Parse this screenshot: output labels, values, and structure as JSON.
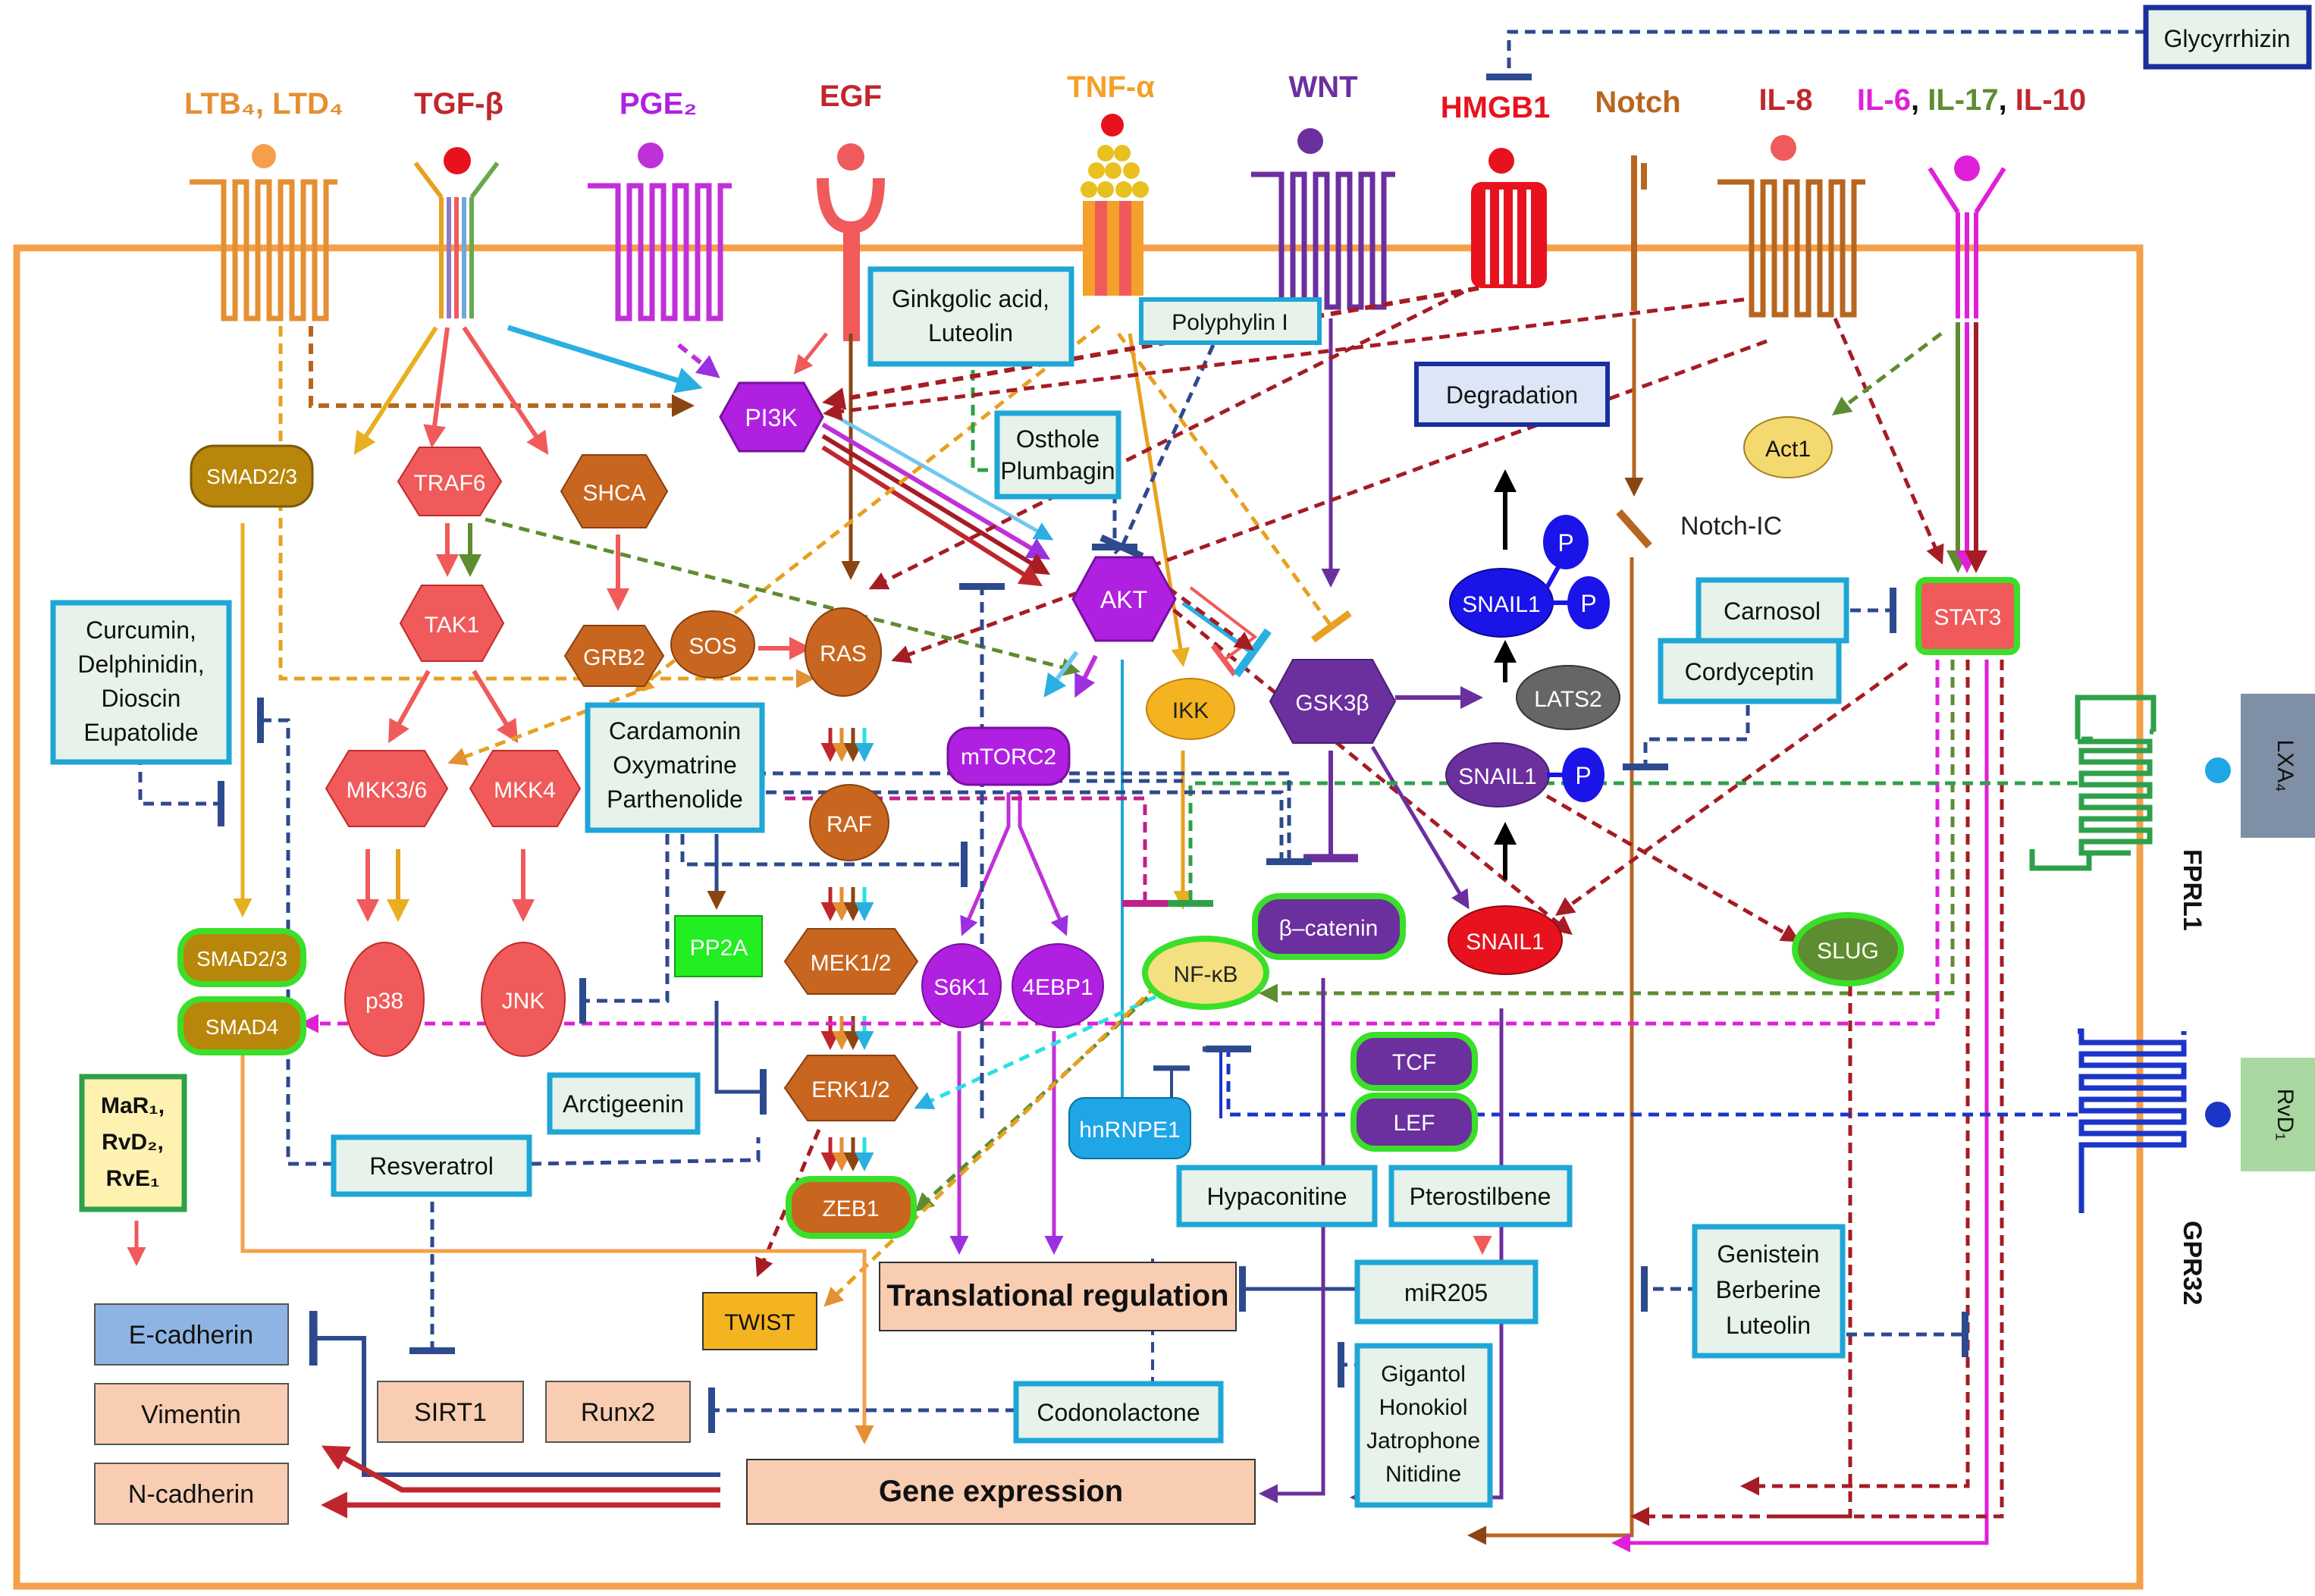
{
  "colors": {
    "cell": "#F4A04A",
    "red": "#C0272D",
    "orange": "#E58F33",
    "purple": "#9B30E0",
    "darkpurple": "#6B2F9E",
    "mapk": "#F05A5A",
    "brown": "#B8561F",
    "blue": "#2E4A8E",
    "cyanbox": "#1EA6D6",
    "boxfill": "#E6F2EA",
    "greenglow": "#3ADF2A",
    "magenta": "#E020D8"
  },
  "ligands": {
    "ltb4_ltd4": "LTB₄, LTD₄",
    "tgfb": "TGF-β",
    "pge2": "PGE₂",
    "egf": "EGF",
    "tnfa": "TNF-α",
    "wnt": "WNT",
    "hmgb1": "HMGB1",
    "notch": "Notch",
    "il8": "IL-8",
    "il6": "IL-6",
    "il17": "IL-17",
    "il10": "IL-10",
    "sep": ", "
  },
  "nodes": {
    "pi3k": "PI3K",
    "akt": "AKT",
    "mtorc2": "mTORC2",
    "smad23_top": "SMAD2/3",
    "traf6": "TRAF6",
    "shca": "SHCA",
    "tak1": "TAK1",
    "grb2": "GRB2",
    "sos": "SOS",
    "ras": "RAS",
    "raf": "RAF",
    "mek12": "MEK1/2",
    "erk12": "ERK1/2",
    "zeb1": "ZEB1",
    "mkk36": "MKK3/6",
    "mkk4": "MKK4",
    "p38": "p38",
    "jnk": "JNK",
    "smad23": "SMAD2/3",
    "smad4": "SMAD4",
    "pp2a": "PP2A",
    "s6k1": "S6K1",
    "ebp1": "4EBP1",
    "ikk": "IKK",
    "nfkb": "NF-κB",
    "gsk3b": "GSK3β",
    "bcatenin": "β–catenin",
    "tcf": "TCF",
    "lef": "LEF",
    "snail1_top": "SNAIL1",
    "snail1_mid": "SNAIL1",
    "snail1_bot": "SNAIL1",
    "p": "P",
    "lats2": "LATS2",
    "degradation": "Degradation",
    "act1": "Act1",
    "stat3": "STAT3",
    "slug": "SLUG",
    "notch_ic": "Notch-IC",
    "hnrnpe1": "hnRNPE1",
    "twist": "TWIST",
    "translational": "Translational regulation",
    "gene_expression": "Gene expression",
    "ecadherin": "E-cadherin",
    "vimentin": "Vimentin",
    "ncadherin": "N-cadherin",
    "sirt1": "SIRT1",
    "runx2": "Runx2",
    "mir205": "miR205"
  },
  "inhibitors": {
    "glycyrrhizin": "Glycyrrhizin",
    "ginkgolic": [
      "Ginkgolic acid,",
      "Luteolin"
    ],
    "polyphylin": "Polyphylin I",
    "osthole": [
      "Osthole",
      "Plumbagin"
    ],
    "curcumin": [
      "Curcumin,",
      "Delphinidin,",
      "Dioscin",
      "Eupatolide"
    ],
    "cardamonin": [
      "Cardamonin",
      "Oxymatrine",
      "Parthenolide"
    ],
    "carnosol": "Carnosol",
    "cordyceptin": "Cordyceptin",
    "arctigeenin": "Arctigeenin",
    "resveratrol": "Resveratrol",
    "hypaconitine": "Hypaconitine",
    "pterostilbene": "Pterostilbene",
    "genistein": [
      "Genistein",
      "Berberine",
      "Luteolin"
    ],
    "gigantol": [
      "Gigantol",
      "Honokiol",
      "Jatrophone",
      "Nitidine"
    ],
    "codonolactone": "Codonolactone",
    "resolvins": [
      "MaR₁,",
      "RvD₂,",
      "RvE₁"
    ]
  },
  "receptors": {
    "lxa4": "LXA₄",
    "fprl1": "FPRL1",
    "rvd1": "RvD₁",
    "gpr32": "GPR32"
  }
}
